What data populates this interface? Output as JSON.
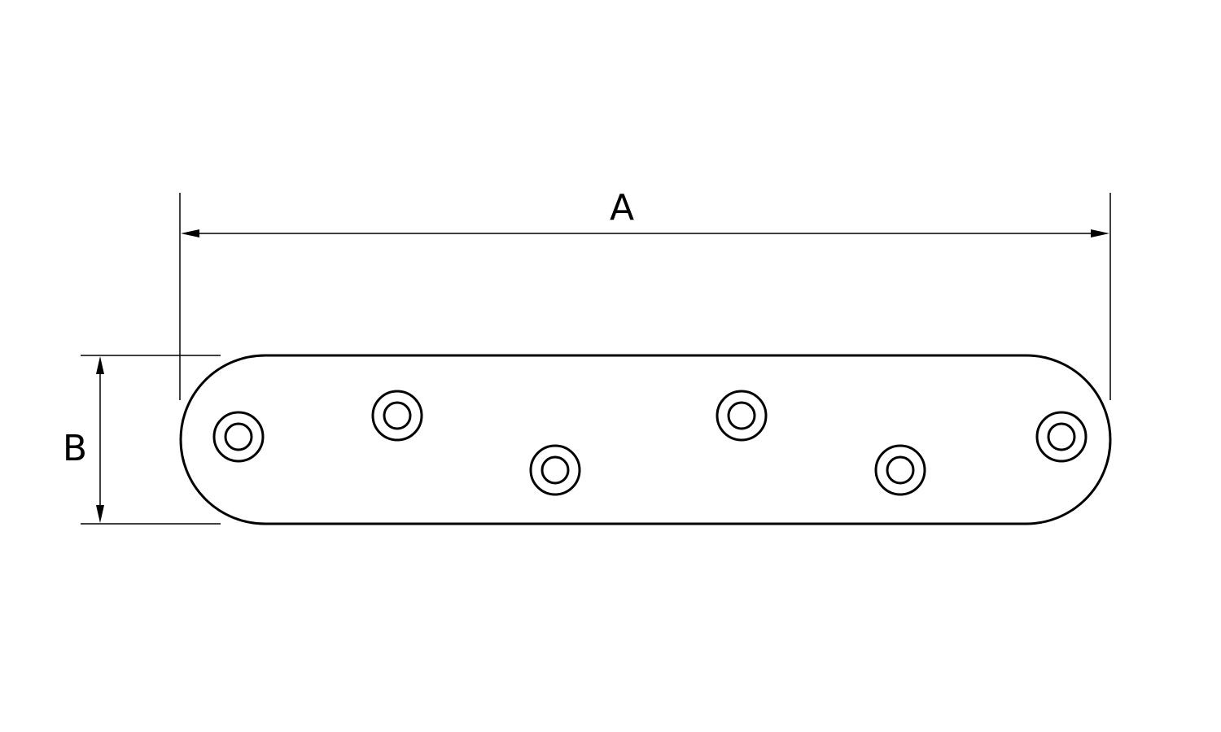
{
  "diagram": {
    "dimension_a_label": "A",
    "dimension_b_label": "B",
    "part": "flat-mending-plate",
    "hole_count": 6,
    "line_color": "#000000",
    "background_color": "#ffffff"
  }
}
